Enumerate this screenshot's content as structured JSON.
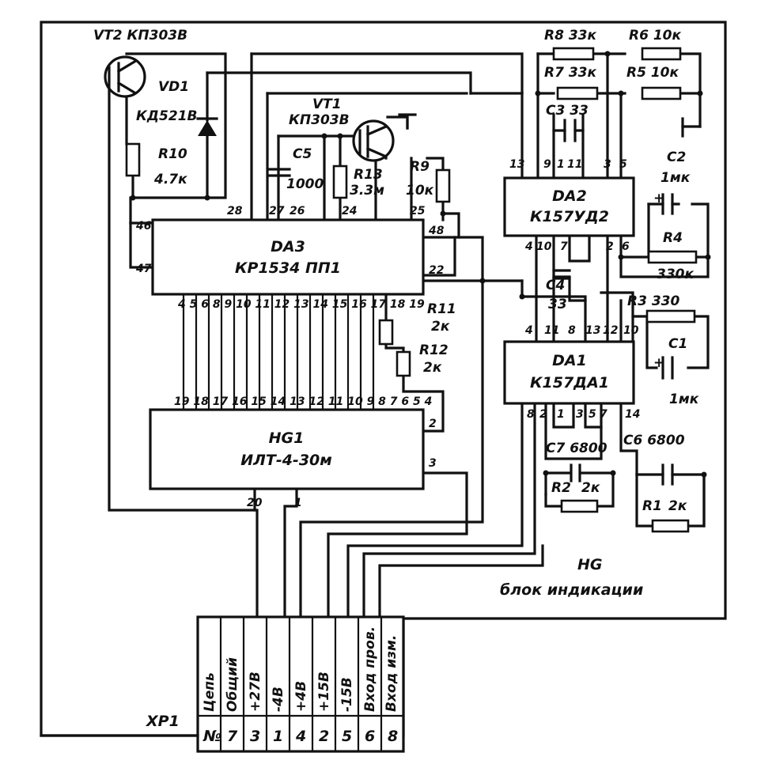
{
  "frame": {
    "unit_name": "HG",
    "unit_caption": "блок индикации"
  },
  "chips": {
    "da3": {
      "ref": "DA3",
      "part": "КР1534 ПП1"
    },
    "hg1": {
      "ref": "HG1",
      "part": "ИЛТ-4-30м"
    },
    "da2": {
      "ref": "DA2",
      "part": "К157УД2"
    },
    "da1": {
      "ref": "DA1",
      "part": "К157ДА1"
    }
  },
  "transistors": {
    "vt2": "VT2 КП303В",
    "vt1_ref": "VT1",
    "vt1_part": "КП303В"
  },
  "diode": {
    "ref": "VD1",
    "part": "КД521В"
  },
  "resistors": {
    "r10": {
      "ref": "R10",
      "value": "4.7к"
    },
    "r13": {
      "ref": "R13",
      "value": "3.3м"
    },
    "r9": {
      "ref": "R9",
      "value": "10к"
    },
    "r11": {
      "ref": "R11",
      "value": "2к"
    },
    "r12": {
      "ref": "R12",
      "value": "2к"
    },
    "r8": "R8 33к",
    "r6": "R6 10к",
    "r7": "R7 33к",
    "r5": "R5 10к",
    "r4": {
      "ref": "R4",
      "value": "330к"
    },
    "r3": "R3 330",
    "r2": {
      "ref": "R2",
      "value": "2к"
    },
    "r1": {
      "ref": "R1",
      "value": "2к"
    }
  },
  "capacitors": {
    "c5": {
      "ref": "C5",
      "value": "1000"
    },
    "c3": "C3 33",
    "c2": {
      "ref": "C2",
      "value": "1мк"
    },
    "c4": {
      "ref": "C4",
      "value": "33"
    },
    "c1": {
      "ref": "C1",
      "value": "1мк"
    },
    "c7": "C7 6800",
    "c6": "C6 6800"
  },
  "pins": {
    "da3_left_top": "46",
    "da3_left_bot": "47",
    "da3_top": [
      "28",
      "27",
      "26",
      "24",
      "25"
    ],
    "da3_r48": "48",
    "da3_r22": "22",
    "da3_bottom": "4 5 6 8 9 10 11 12 13 14 15 16 17 18 19",
    "hg1_top": "19 18 17 16 15 14 13 12 11 10 9 8 7 6 5 4",
    "hg1_r2": "2",
    "hg1_r3": "3",
    "hg1_bottom": [
      "20",
      "1"
    ],
    "da2_top": [
      "13",
      "9",
      "1",
      "11",
      "3",
      "5"
    ],
    "da2_bottom": [
      "4",
      "10",
      "7",
      "2",
      "6"
    ],
    "da1_top": [
      "4",
      "11",
      "8",
      "13",
      "12",
      "10"
    ],
    "da1_bottom": [
      "8",
      "2",
      "1",
      "3",
      "5",
      "7",
      "14"
    ]
  },
  "connector": {
    "ref": "XP1",
    "labels": [
      "Цепь",
      "Общий",
      "+27В",
      "-4В",
      "+4В",
      "+15В",
      "-15В",
      "Вход пров.",
      "Вход изм."
    ],
    "numbers": [
      "№",
      "7",
      "3",
      "1",
      "4",
      "2",
      "5",
      "6",
      "8"
    ]
  }
}
